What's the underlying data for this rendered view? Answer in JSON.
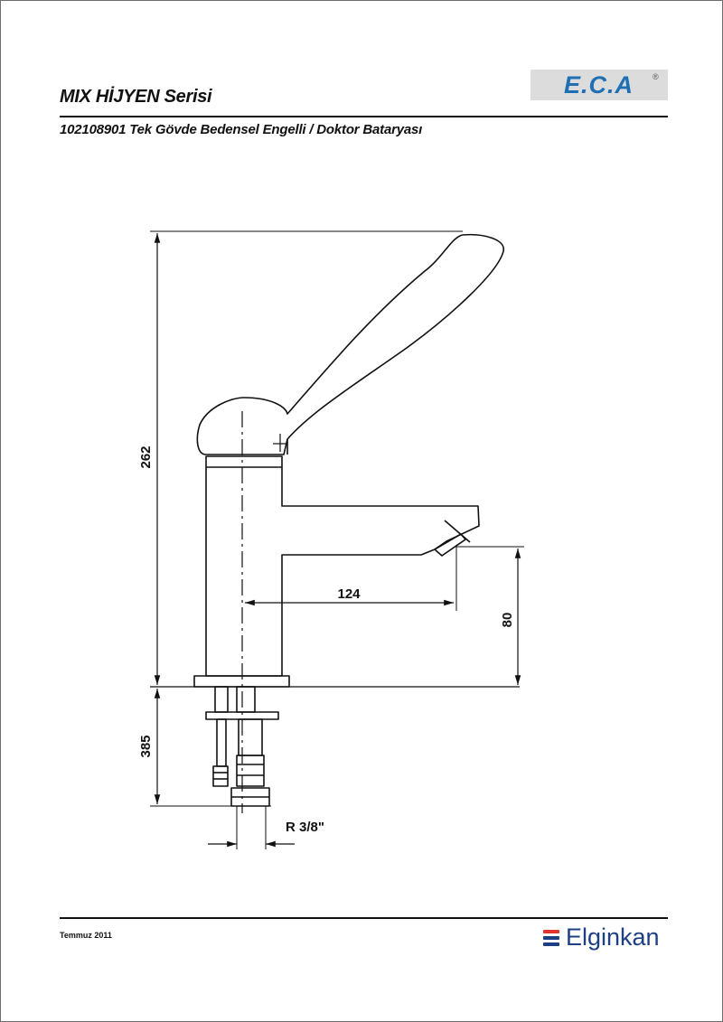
{
  "header": {
    "series_title": "MIX HİJYEN Serisi",
    "product_title": "102108901 Tek Gövde Bedensel Engelli / Doktor Bataryası",
    "logo": "E.C.A",
    "logo_mark": "®"
  },
  "dimensions": {
    "total_height": "262",
    "spout_reach": "124",
    "spout_height": "80",
    "below_counter": "385",
    "connection": "R 3/8\""
  },
  "footer": {
    "date": "Temmuz 2011",
    "brand": "Elginkan",
    "brand_colors": [
      "#e1322b",
      "#1c3f86",
      "#1c3f86"
    ]
  }
}
